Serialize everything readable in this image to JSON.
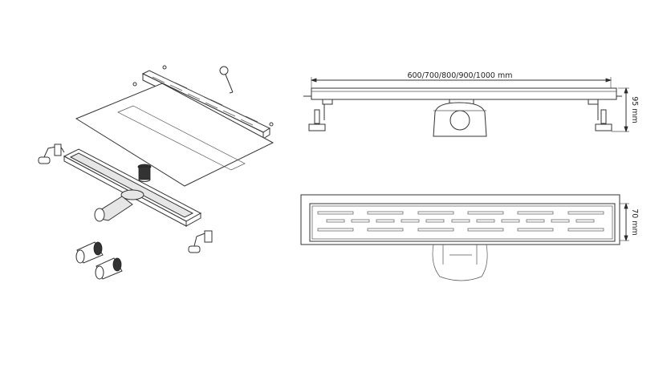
{
  "drawing": {
    "length_label": "600/700/800/900/1000 mm",
    "height_label": "95 mm",
    "width_label": "70 mm"
  },
  "colors": {
    "line": "#333333",
    "background": "#ffffff"
  }
}
